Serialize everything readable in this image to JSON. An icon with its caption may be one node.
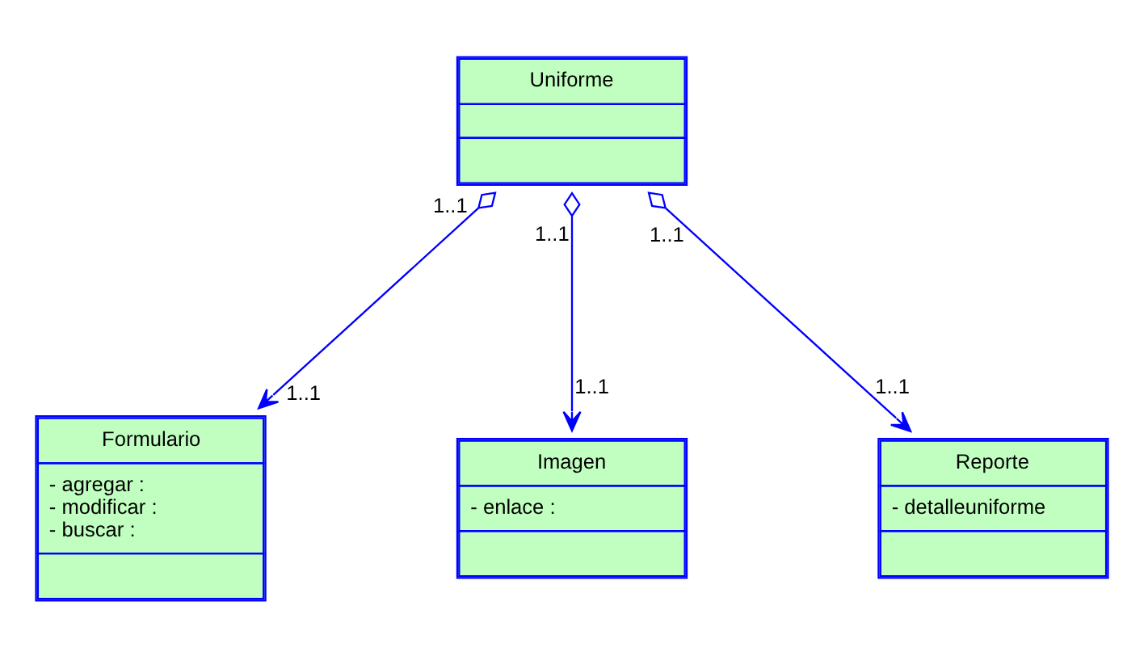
{
  "diagram": {
    "nodes": [
      {
        "text": [
          "Uniforme"
        ]
      },
      {
        "text": [
          "Formulario",
          "- agregar :",
          "- modificar :",
          "- buscar :"
        ]
      },
      {
        "text": [
          "Imagen",
          "- enlace :"
        ]
      },
      {
        "text": [
          "Reporte",
          "- detalleuniforme"
        ]
      }
    ],
    "edges": [
      {
        "from": 0,
        "to": 1,
        "arrow": "to"
      },
      {
        "from": 0,
        "to": 2,
        "arrow": "to"
      },
      {
        "from": 0,
        "to": 3,
        "arrow": "to"
      }
    ],
    "labels": [
      "1..1",
      "1..1",
      "1..1",
      "1..1",
      "1..1",
      "1..1"
    ]
  }
}
